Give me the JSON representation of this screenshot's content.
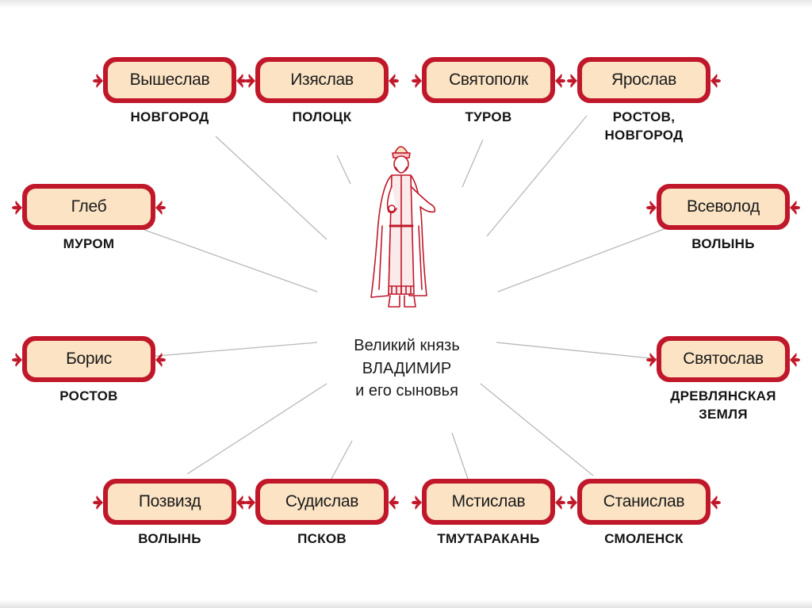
{
  "center": {
    "line1": "Великий князь",
    "line2": "ВЛАДИМИР",
    "line3": "и его сыновья"
  },
  "colors": {
    "frame": "#c0182a",
    "fill": "#fbe3c4",
    "line": "#b8b8b8"
  },
  "sons": [
    {
      "id": "vysheslav",
      "name": "Вышеслав",
      "city": "НОВГОРОД"
    },
    {
      "id": "izyaslav",
      "name": "Изяслав",
      "city": "ПОЛОЦК"
    },
    {
      "id": "svyatopolk",
      "name": "Святополк",
      "city": "ТУРОВ"
    },
    {
      "id": "yaroslav",
      "name": "Ярослав",
      "city": "РОСТОВ,\nНОВГОРОД"
    },
    {
      "id": "gleb",
      "name": "Глеб",
      "city": "МУРОМ"
    },
    {
      "id": "vsevolod",
      "name": "Всеволод",
      "city": "ВОЛЫНЬ"
    },
    {
      "id": "boris",
      "name": "Борис",
      "city": "РОСТОВ"
    },
    {
      "id": "svyatoslav",
      "name": "Святослав",
      "city": "ДРЕВЛЯНСКАЯ\nЗЕМЛЯ"
    },
    {
      "id": "pozvizd",
      "name": "Позвизд",
      "city": "ВОЛЫНЬ"
    },
    {
      "id": "sudislav",
      "name": "Судислав",
      "city": "ПСКОВ"
    },
    {
      "id": "mstislav",
      "name": "Мстислав",
      "city": "ТМУТАРАКАНЬ"
    },
    {
      "id": "stanislav",
      "name": "Станислав",
      "city": "СМОЛЕНСК"
    }
  ],
  "icons": {
    "ornament": "ornament-icon",
    "prince": "prince-figure-icon"
  }
}
